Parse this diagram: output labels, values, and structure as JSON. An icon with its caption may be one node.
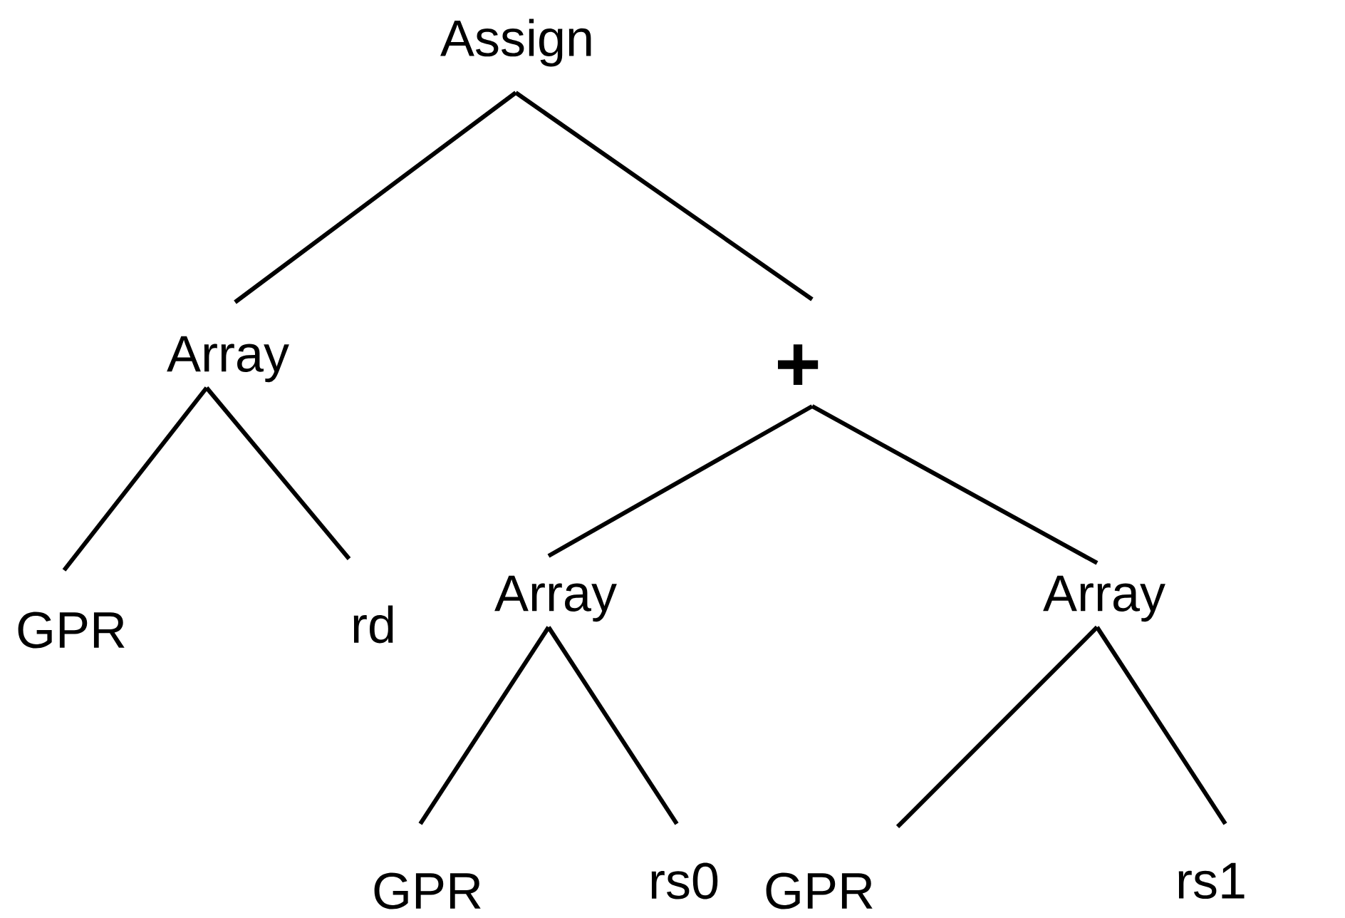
{
  "diagram": {
    "nodes": [
      {
        "text": [
          "Assign"
        ]
      },
      {
        "text": [
          "Array"
        ]
      },
      {
        "text": [
          "+"
        ]
      },
      {
        "text": [
          "GPR"
        ]
      },
      {
        "text": [
          "rd"
        ]
      },
      {
        "text": [
          "Array"
        ]
      },
      {
        "text": [
          "Array"
        ]
      },
      {
        "text": [
          "GPR"
        ]
      },
      {
        "text": [
          "rs0"
        ]
      },
      {
        "text": [
          "GPR"
        ]
      },
      {
        "text": [
          "rs1"
        ]
      }
    ],
    "edges": [
      {
        "from": 0,
        "to": 1,
        "arrow": "none"
      },
      {
        "from": 0,
        "to": 2,
        "arrow": "none"
      },
      {
        "from": 1,
        "to": 3,
        "arrow": "none"
      },
      {
        "from": 1,
        "to": 4,
        "arrow": "none"
      },
      {
        "from": 2,
        "to": 5,
        "arrow": "none"
      },
      {
        "from": 2,
        "to": 6,
        "arrow": "none"
      },
      {
        "from": 5,
        "to": 7,
        "arrow": "none"
      },
      {
        "from": 5,
        "to": 8,
        "arrow": "none"
      },
      {
        "from": 6,
        "to": 9,
        "arrow": "none"
      },
      {
        "from": 6,
        "to": 10,
        "arrow": "none"
      }
    ]
  }
}
